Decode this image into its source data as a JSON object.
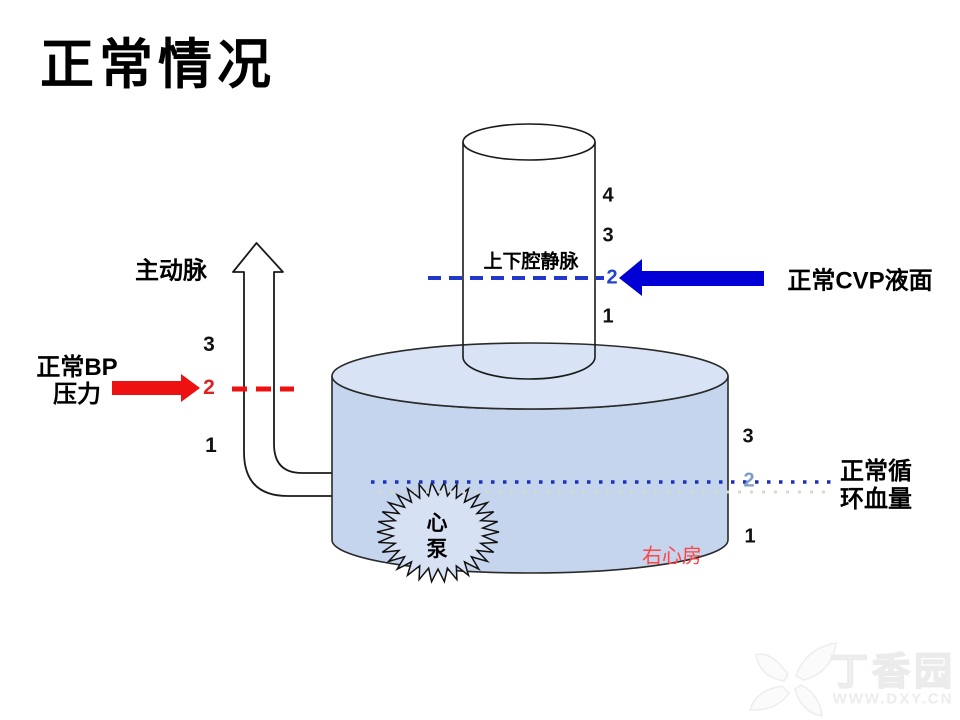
{
  "title": "正常情况",
  "aorta": {
    "label": "主动脉"
  },
  "bp": {
    "label_line1": "正常BP",
    "label_line2": "压力",
    "scale": {
      "top": "3",
      "mid": "2",
      "bottom": "1"
    }
  },
  "vena_cava": {
    "label": "上下腔静脉",
    "scale": {
      "v4": "4",
      "v3": "3",
      "v2": "2",
      "v1": "1"
    }
  },
  "cvp": {
    "label": "正常CVP液面"
  },
  "volume": {
    "label_line1": "正常循",
    "label_line2": "环血量",
    "scale": {
      "top": "3",
      "mid": "2",
      "bottom": "1"
    }
  },
  "tank": {
    "region_label": "右心房"
  },
  "pump": {
    "label_line1": "心",
    "label_line2": "泵"
  },
  "watermark": {
    "site_name": "丁香园",
    "site_url": "WWW.DXY.CN"
  },
  "colors": {
    "accent_blue": "#0000d6",
    "accent_red": "#ee1111",
    "dash_blue": "#2238cc",
    "dot_blue": "#1a2fbe",
    "faint_dots": "#d9d9cb",
    "tank_side": "#c6d5ee",
    "tank_top": "#d8e3f6",
    "pump_fill": "#d6e2f4",
    "scale_highlight_red": "#dd2222",
    "scale_highlight_blue": "#2244cc",
    "scale_highlight_lightblue": "#7d9cc9",
    "atrium_text_red": "#ff4444"
  }
}
